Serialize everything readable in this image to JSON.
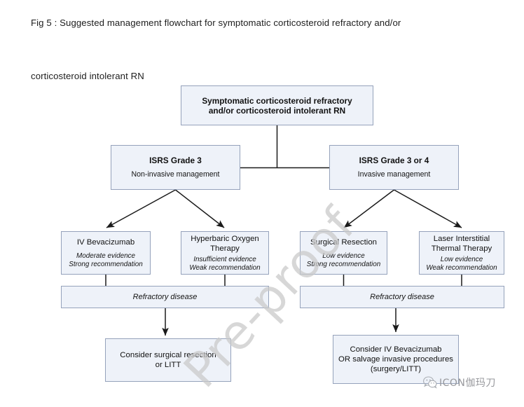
{
  "figure": {
    "caption": "Fig 5 : Suggested management flowchart for symptomatic corticosteroid refractory and/or\n\ncorticosteroid intolerant RN"
  },
  "colors": {
    "node_fill": "#eef2f9",
    "node_border": "#95a2bb",
    "connector": "#1a1a1a",
    "watermark": "#c9c9c9",
    "brand_text": "#97989c"
  },
  "chart_data": {
    "type": "diagram",
    "title": "Suggested management flowchart for symptomatic corticosteroid refractory and/or corticosteroid intolerant RN",
    "nodes": [
      {
        "id": "root",
        "title": "Symptomatic corticosteroid refractory",
        "title2": "and/or corticosteroid intolerant RN",
        "bold": true
      },
      {
        "id": "grade3",
        "title": "ISRS Grade 3",
        "subtitle": "Non-invasive management"
      },
      {
        "id": "grade34",
        "title": "ISRS Grade 3 or 4",
        "subtitle": "Invasive management"
      },
      {
        "id": "bev",
        "title": "IV Bevacizumab",
        "evidence": "Moderate evidence",
        "recommendation": "Strong recommendation"
      },
      {
        "id": "hbot",
        "title": "Hyperbaric Oxygen",
        "title2": "Therapy",
        "evidence": "Insufficient evidence",
        "recommendation": "Weak recommendation"
      },
      {
        "id": "surg",
        "title": "Surgical Resection",
        "evidence": "Low evidence",
        "recommendation": "Strong recommendation"
      },
      {
        "id": "litt",
        "title": "Laser Interstitial",
        "title2": "Thermal Therapy",
        "evidence": "Low evidence",
        "recommendation": "Weak recommendation"
      },
      {
        "id": "refr_left",
        "title": "Refractory disease"
      },
      {
        "id": "refr_right",
        "title": "Refractory disease"
      },
      {
        "id": "out_left",
        "title": "Consider surgical resection",
        "title2": "or LITT"
      },
      {
        "id": "out_right",
        "title": "Consider IV Bevacizumab",
        "title2": "OR salvage invasive procedures",
        "title3": "(surgery/LITT)"
      }
    ],
    "edges": [
      {
        "from": "root",
        "to": "grade3",
        "style": "orthogonal"
      },
      {
        "from": "root",
        "to": "grade34",
        "style": "orthogonal"
      },
      {
        "from": "grade3",
        "to": "bev",
        "style": "arrow"
      },
      {
        "from": "grade3",
        "to": "hbot",
        "style": "arrow"
      },
      {
        "from": "grade34",
        "to": "surg",
        "style": "arrow"
      },
      {
        "from": "grade34",
        "to": "litt",
        "style": "arrow"
      },
      {
        "from": "bev",
        "to": "refr_left",
        "style": "line"
      },
      {
        "from": "hbot",
        "to": "refr_left",
        "style": "line"
      },
      {
        "from": "surg",
        "to": "refr_right",
        "style": "line"
      },
      {
        "from": "litt",
        "to": "refr_right",
        "style": "line"
      },
      {
        "from": "refr_left",
        "to": "out_left",
        "style": "arrow"
      },
      {
        "from": "refr_right",
        "to": "out_right",
        "style": "arrow"
      }
    ]
  },
  "nodes": {
    "root": {
      "line1": "Symptomatic corticosteroid refractory",
      "line2": "and/or corticosteroid intolerant RN"
    },
    "grade3": {
      "title": "ISRS Grade 3",
      "subtitle": "Non-invasive management"
    },
    "grade34": {
      "title": "ISRS Grade 3 or 4",
      "subtitle": "Invasive management"
    },
    "bev": {
      "title": "IV Bevacizumab",
      "evidence": "Moderate evidence",
      "recommendation": "Strong recommendation"
    },
    "hbot": {
      "line1": "Hyperbaric Oxygen",
      "line2": "Therapy",
      "evidence": "Insufficient evidence",
      "recommendation": "Weak recommendation"
    },
    "surg": {
      "title": "Surgical Resection",
      "evidence": "Low evidence",
      "recommendation": "Strong recommendation"
    },
    "litt": {
      "line1": "Laser Interstitial",
      "line2": "Thermal Therapy",
      "evidence": "Low evidence",
      "recommendation": "Weak recommendation"
    },
    "refr_left": {
      "title": "Refractory disease"
    },
    "refr_right": {
      "title": "Refractory disease"
    },
    "out_left": {
      "line1": "Consider surgical resection",
      "line2": "or LITT"
    },
    "out_right": {
      "line1": "Consider IV Bevacizumab",
      "line2": "OR salvage invasive procedures",
      "line3": "(surgery/LITT)"
    }
  },
  "watermark": {
    "text": "Pre-proof"
  },
  "brand": {
    "icon": "wechat-icon",
    "text": "ICON伽玛刀"
  }
}
